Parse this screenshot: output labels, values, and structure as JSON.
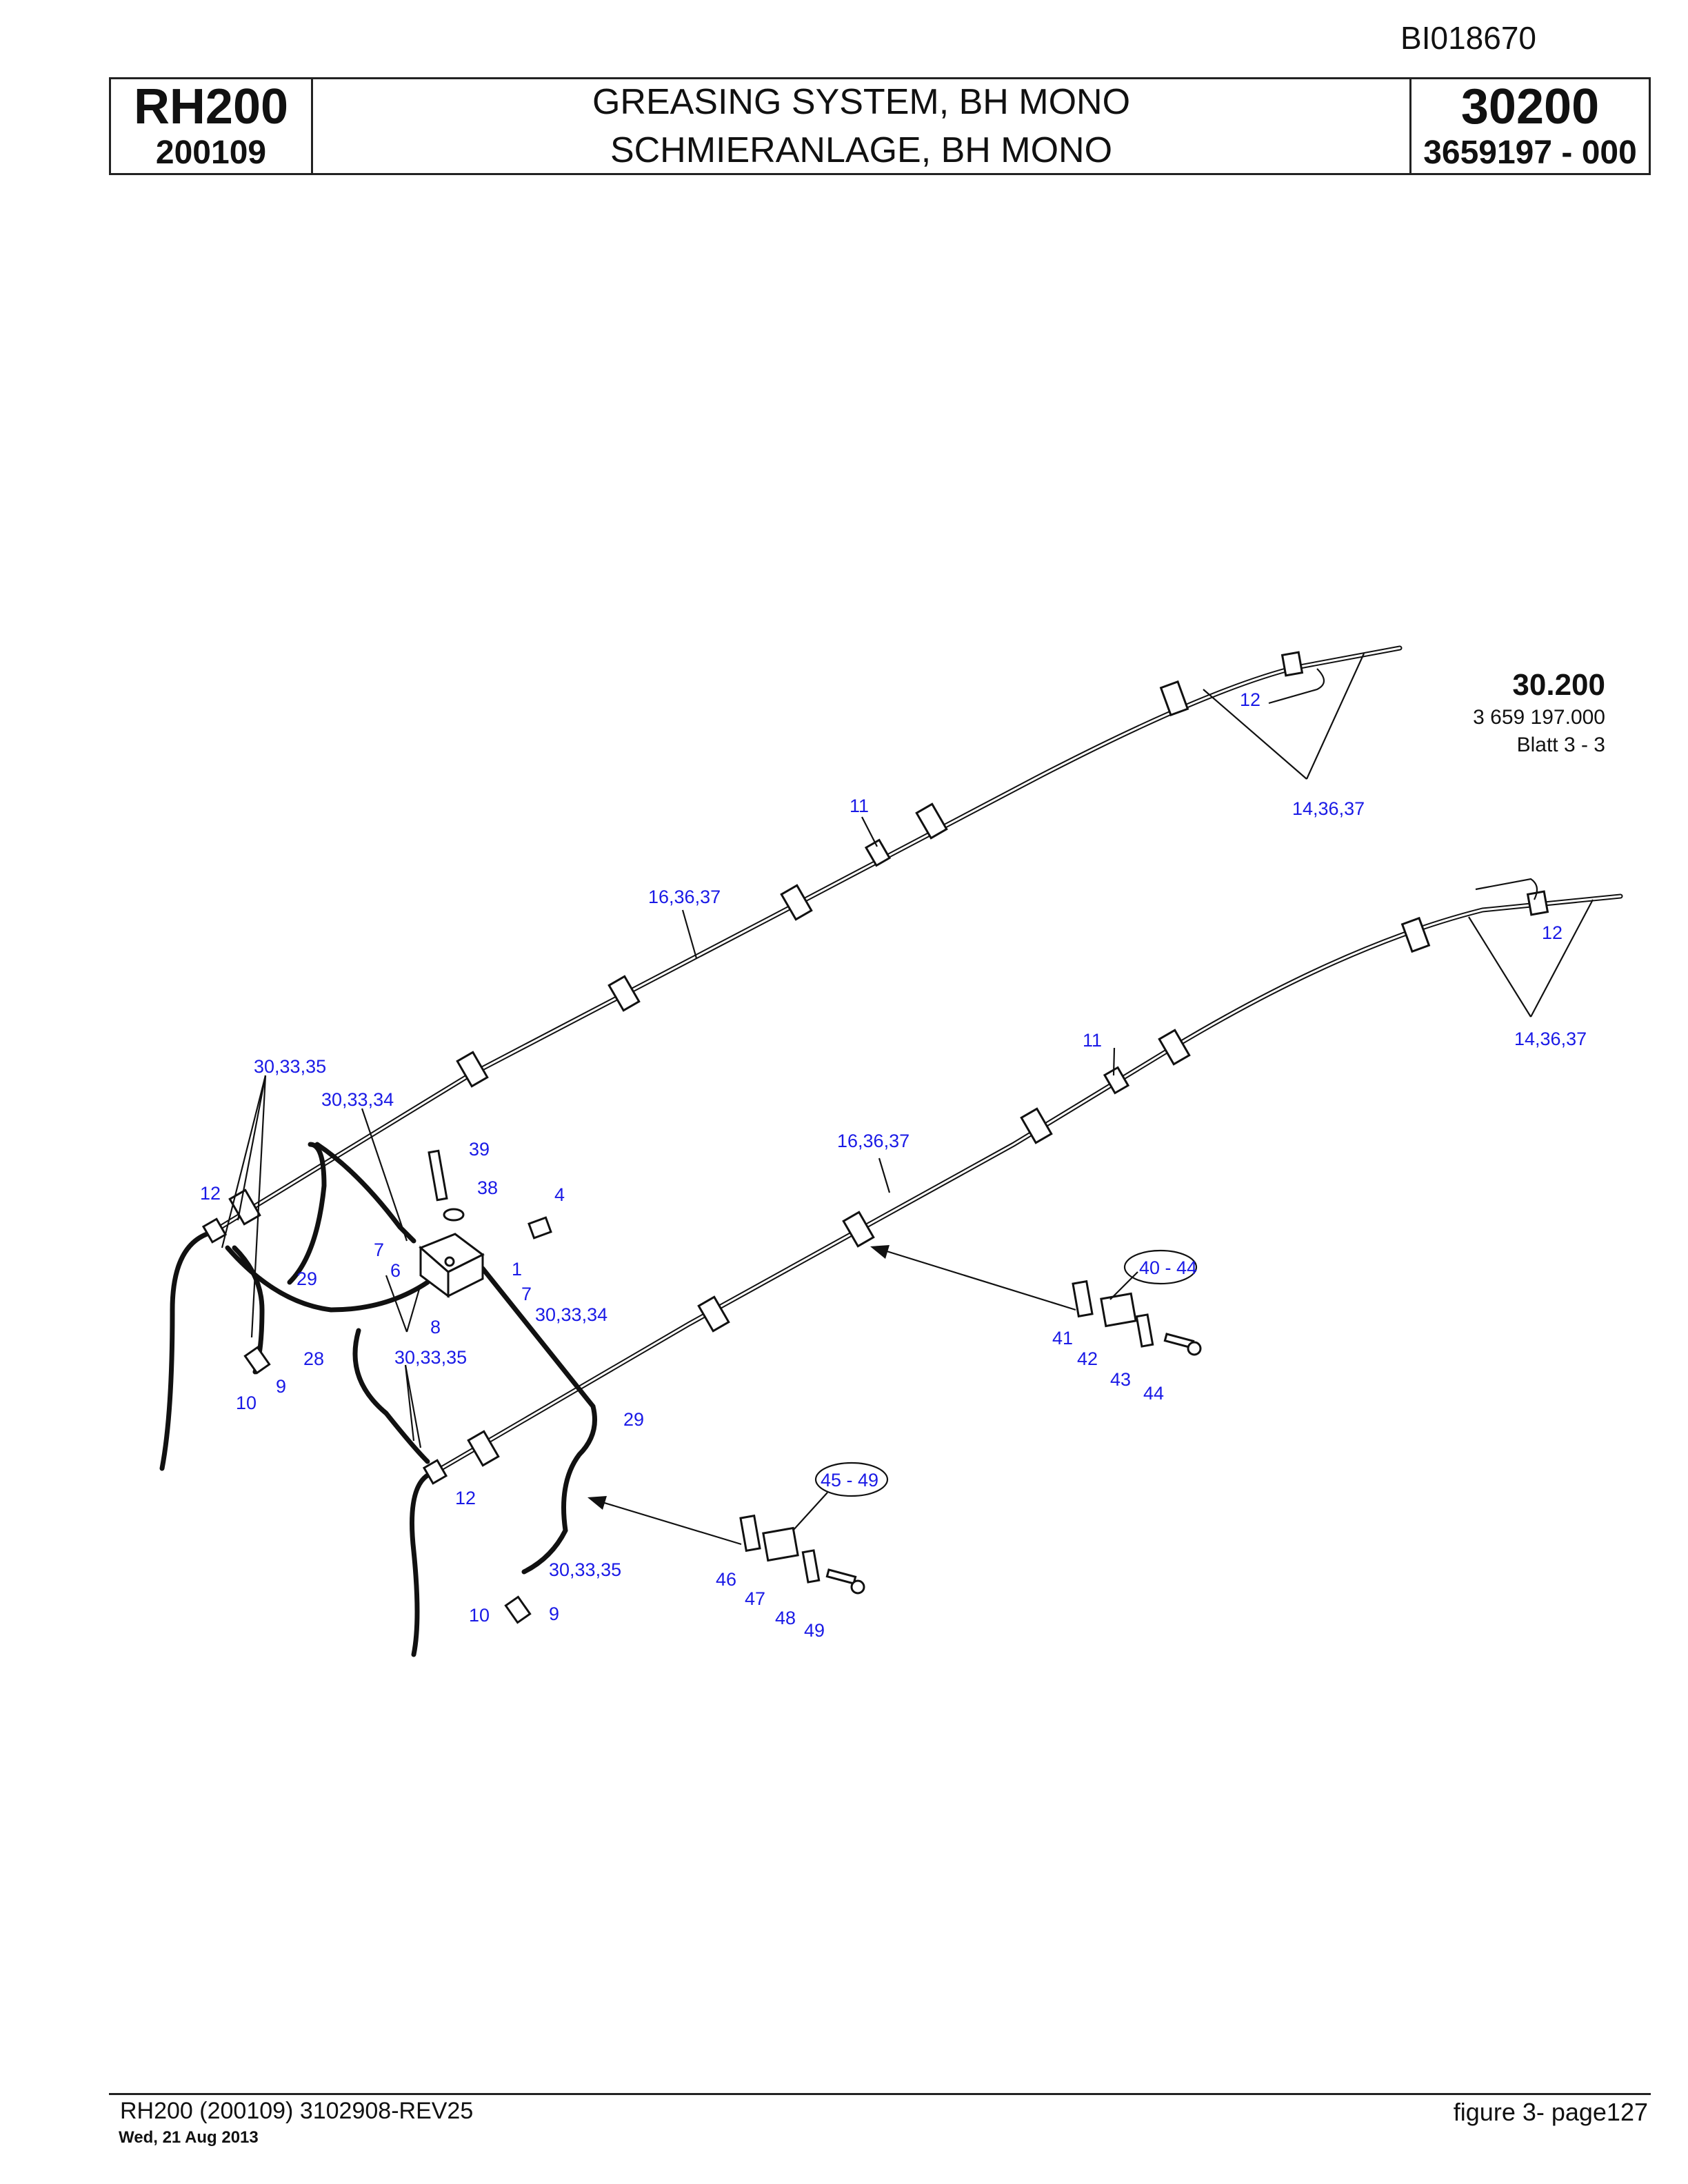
{
  "header": {
    "doc_id": "BI018670",
    "model": "RH200",
    "serial": "200109",
    "title_en": "GREASING SYSTEM, BH MONO",
    "title_de": "SCHMIERANLAGE, BH MONO",
    "group": "30200",
    "part_number": "3659197 - 000"
  },
  "stamp": {
    "group": "30.200",
    "number": "3 659 197.000",
    "sheet": "Blatt 3 - 3"
  },
  "callouts": {
    "c12_top": "12",
    "c14_top": "14,36,37",
    "c11_top": "11",
    "c16_top": "16,36,37",
    "c12_right": "12",
    "c14_right": "14,36,37",
    "c11_lower": "11",
    "c16_lower": "16,36,37",
    "c30_35_a": "30,33,35",
    "c30_34_a": "30,33,34",
    "c39": "39",
    "c38": "38",
    "c4": "4",
    "c12_left": "12",
    "c7_a": "7",
    "c6": "6",
    "c1": "1",
    "c7_b": "7",
    "c29_a": "29",
    "c8": "8",
    "c30_34_b": "30,33,34",
    "c28": "28",
    "c30_35_b": "30,33,35",
    "c9_a": "9",
    "c10_a": "10",
    "c29_b": "29",
    "c12_bottom": "12",
    "c40_44": "40 - 44",
    "c41": "41",
    "c42": "42",
    "c43": "43",
    "c44": "44",
    "c45_49": "45 - 49",
    "c46": "46",
    "c47": "47",
    "c48": "48",
    "c49": "49",
    "c30_35_c": "30,33,35",
    "c10_b": "10",
    "c9_b": "9"
  },
  "footer": {
    "doc_ref": "RH200 (200109) 3102908-REV25",
    "date": "Wed, 21 Aug 2013",
    "page": "figure 3- page127"
  }
}
